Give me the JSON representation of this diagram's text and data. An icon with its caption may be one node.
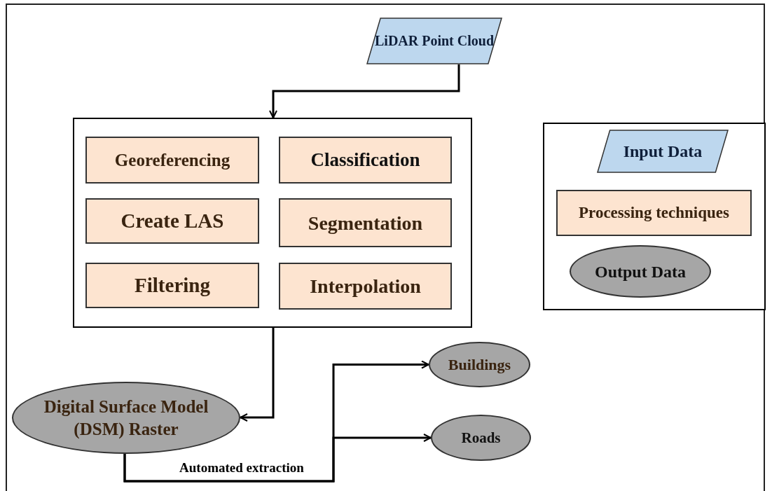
{
  "diagram": {
    "nodes": [
      {
        "text": [
          "LiDAR Point Cloud"
        ]
      },
      {
        "text": [],
        "shape": "box"
      },
      {
        "text": [
          "Georeferencing"
        ],
        "in": 1
      },
      {
        "text": [
          "Classification"
        ],
        "in": 1
      },
      {
        "text": [
          "Create LAS"
        ],
        "in": 1
      },
      {
        "text": [
          "Segmentation"
        ],
        "in": 1
      },
      {
        "text": [
          "Filtering"
        ],
        "in": 1
      },
      {
        "text": [
          "Interpolation"
        ],
        "in": 1
      },
      {
        "text": [
          "Digital Surface Model (DSM) Raster"
        ]
      },
      {
        "text": [
          "Buildings"
        ]
      },
      {
        "text": [
          "Roads"
        ]
      },
      {
        "text": [],
        "shape": "box"
      },
      {
        "text": [
          "Input Data"
        ],
        "in": 11
      },
      {
        "text": [
          "Processing techniques"
        ],
        "in": 11
      },
      {
        "text": [
          "Output Data"
        ],
        "in": 11
      }
    ],
    "edges": [
      {
        "from": 0,
        "to": 1,
        "arrow": "to"
      },
      {
        "from": 1,
        "to": 8,
        "arrow": "to"
      },
      {
        "from": 8,
        "to": 9,
        "arrow": "to",
        "label": "Automated extraction"
      },
      {
        "from": 8,
        "to": 10,
        "arrow": "to"
      }
    ]
  }
}
